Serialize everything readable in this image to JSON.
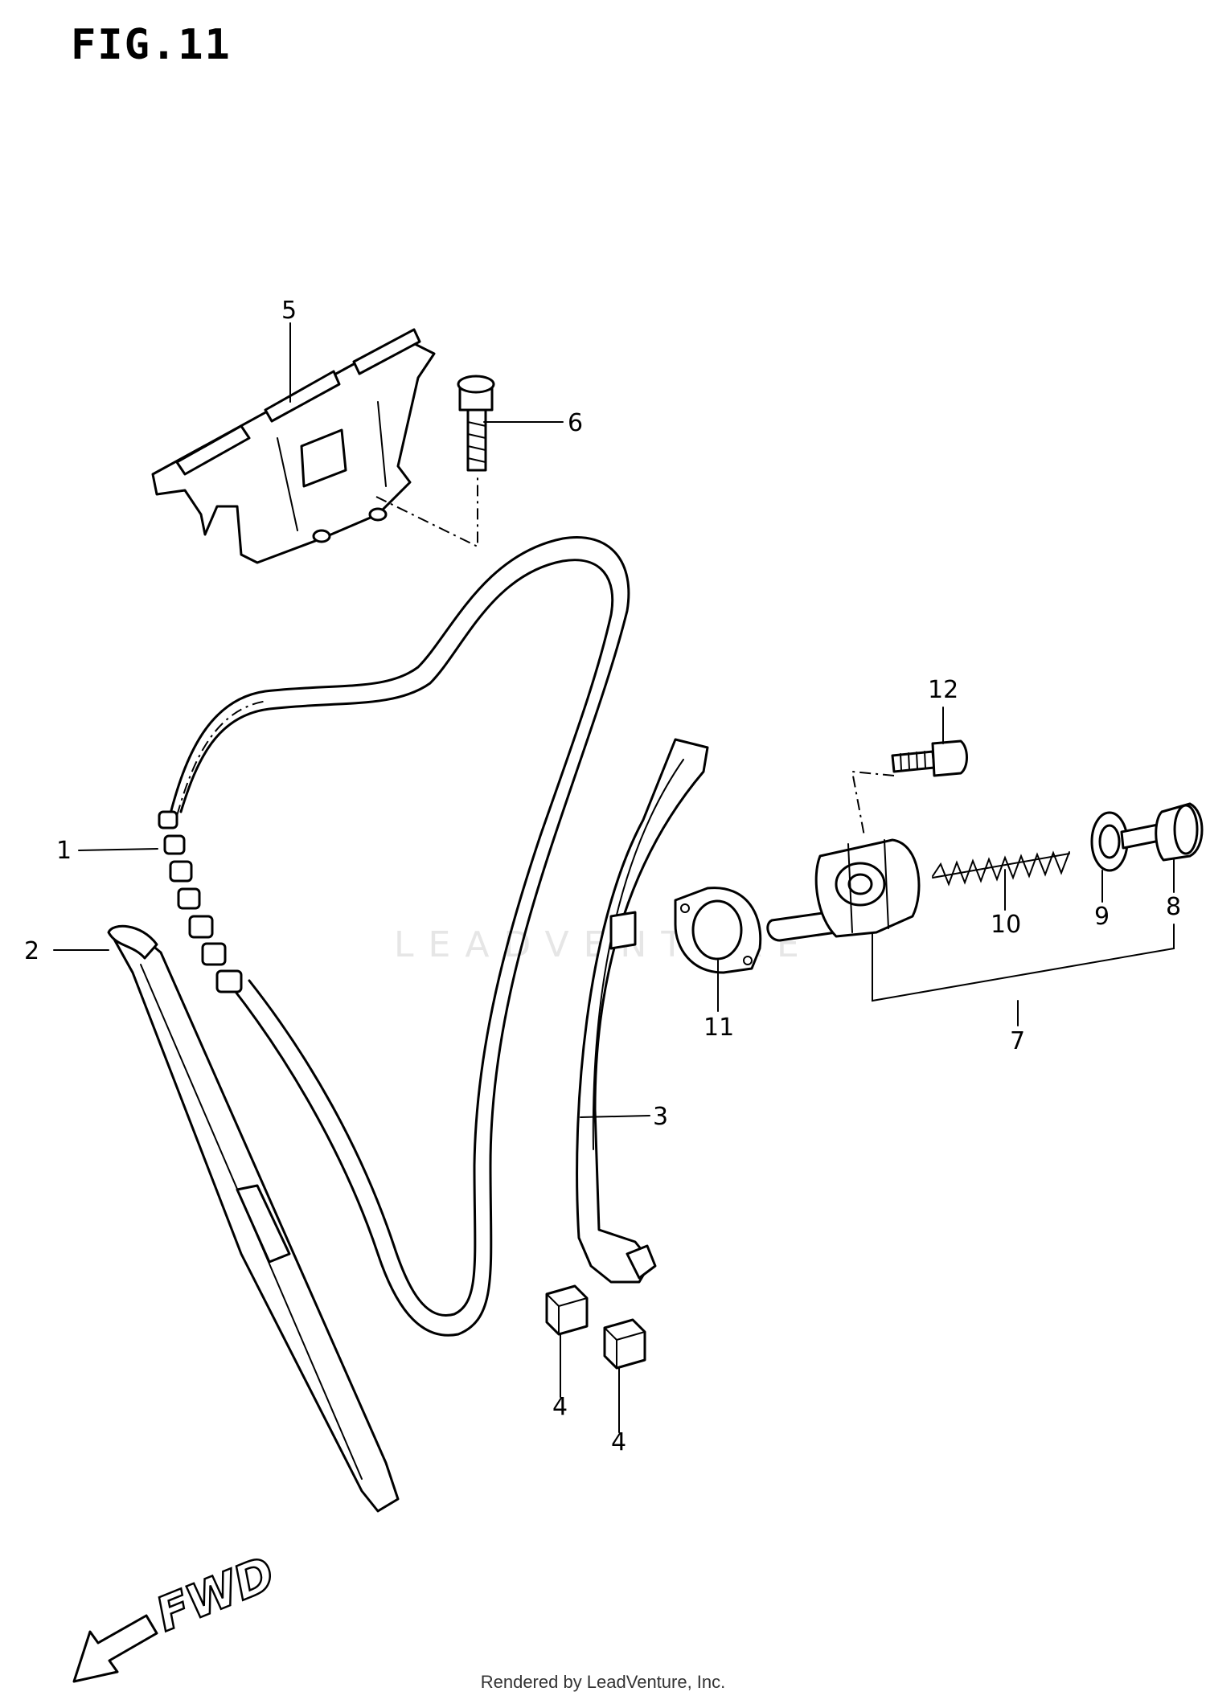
{
  "figure": {
    "title": "FIG.11"
  },
  "callouts": [
    {
      "id": "1",
      "label": "1"
    },
    {
      "id": "2",
      "label": "2"
    },
    {
      "id": "3",
      "label": "3"
    },
    {
      "id": "4a",
      "label": "4"
    },
    {
      "id": "4b",
      "label": "4"
    },
    {
      "id": "5",
      "label": "5"
    },
    {
      "id": "6",
      "label": "6"
    },
    {
      "id": "7",
      "label": "7"
    },
    {
      "id": "8",
      "label": "8"
    },
    {
      "id": "9",
      "label": "9"
    },
    {
      "id": "10",
      "label": "10"
    },
    {
      "id": "11",
      "label": "11"
    },
    {
      "id": "12",
      "label": "12"
    }
  ],
  "direction": {
    "label": "FWD"
  },
  "watermark": {
    "text": "LEADVENTURE"
  },
  "footer": {
    "credit": "Rendered by LeadVenture, Inc."
  },
  "icons": {
    "direction_arrow": "arrow-left-down-icon"
  }
}
